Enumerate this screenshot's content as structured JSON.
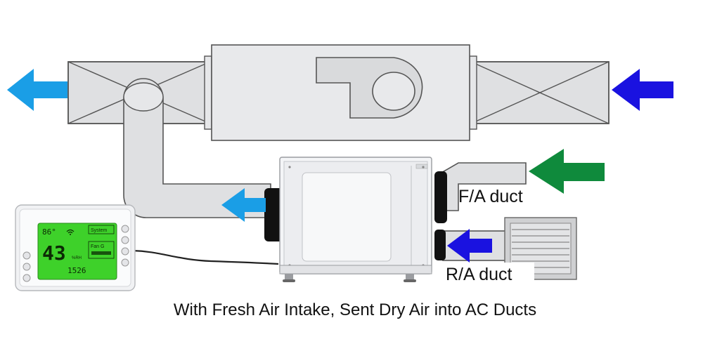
{
  "labels": {
    "fa_duct": "F/A duct",
    "ra_duct": "R/A duct",
    "caption": "With Fresh Air Intake, Sent Dry Air into AC Ducts"
  },
  "controller": {
    "temperature": "86°",
    "humidity": "43",
    "humidity_unit": "%RH",
    "setpoint": "1526",
    "mode_label": "System",
    "fan_label": "Fan G"
  },
  "colors": {
    "supply_arrow": "#1a9ee6",
    "return_arrow": "#1a12e0",
    "fresh_air_arrow": "#0f8a3c",
    "duct_fill": "#dfe0e2",
    "duct_stroke": "#555555",
    "lcd_screen": "#3ed12a"
  },
  "icons": {
    "outlet_arrow": "arrow-left-icon",
    "intake_arrow": "arrow-left-icon",
    "blower": "fan-blower-icon",
    "grille": "return-grille-icon",
    "wifi": "wifi-icon"
  }
}
